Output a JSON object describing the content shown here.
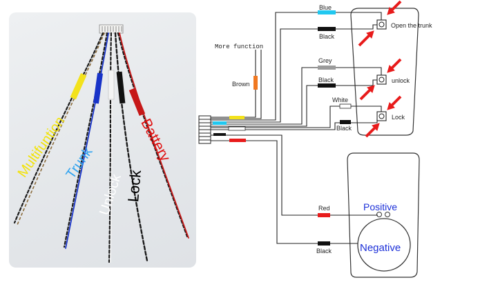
{
  "photo": {
    "labels": {
      "multifunction": "Multifuntion",
      "trunk": "Trunk",
      "unlock": "Unlock",
      "lock": "Lock",
      "battery": "Battery"
    },
    "colors": {
      "multifunction": "#f2e30a",
      "trunk": "#2fa3f0",
      "unlock": "#ffffff",
      "lock": "#000000",
      "battery": "#e01010"
    }
  },
  "wiring": {
    "more_function_label": "More function",
    "brown_label": "Brown",
    "wires": {
      "blue": "Blue",
      "black_trunk": "Black",
      "grey": "Grey",
      "black_unlock": "Black",
      "white": "White",
      "black_lock": "Black",
      "red": "Red",
      "black_power": "Black"
    },
    "buttons": {
      "trunk": "Open the trunk",
      "unlock": "unlock",
      "lock": "Lock"
    },
    "power": {
      "positive": "Positive",
      "negative": "Negative"
    },
    "colors": {
      "blue": "#21c8f0",
      "black": "#111111",
      "grey": "#9b9b9b",
      "brown": "#f07820",
      "red": "#e81b1b",
      "yellow": "#f3e21c",
      "arrow": "#e81b1b",
      "text_blue": "#1b2fd8"
    }
  }
}
